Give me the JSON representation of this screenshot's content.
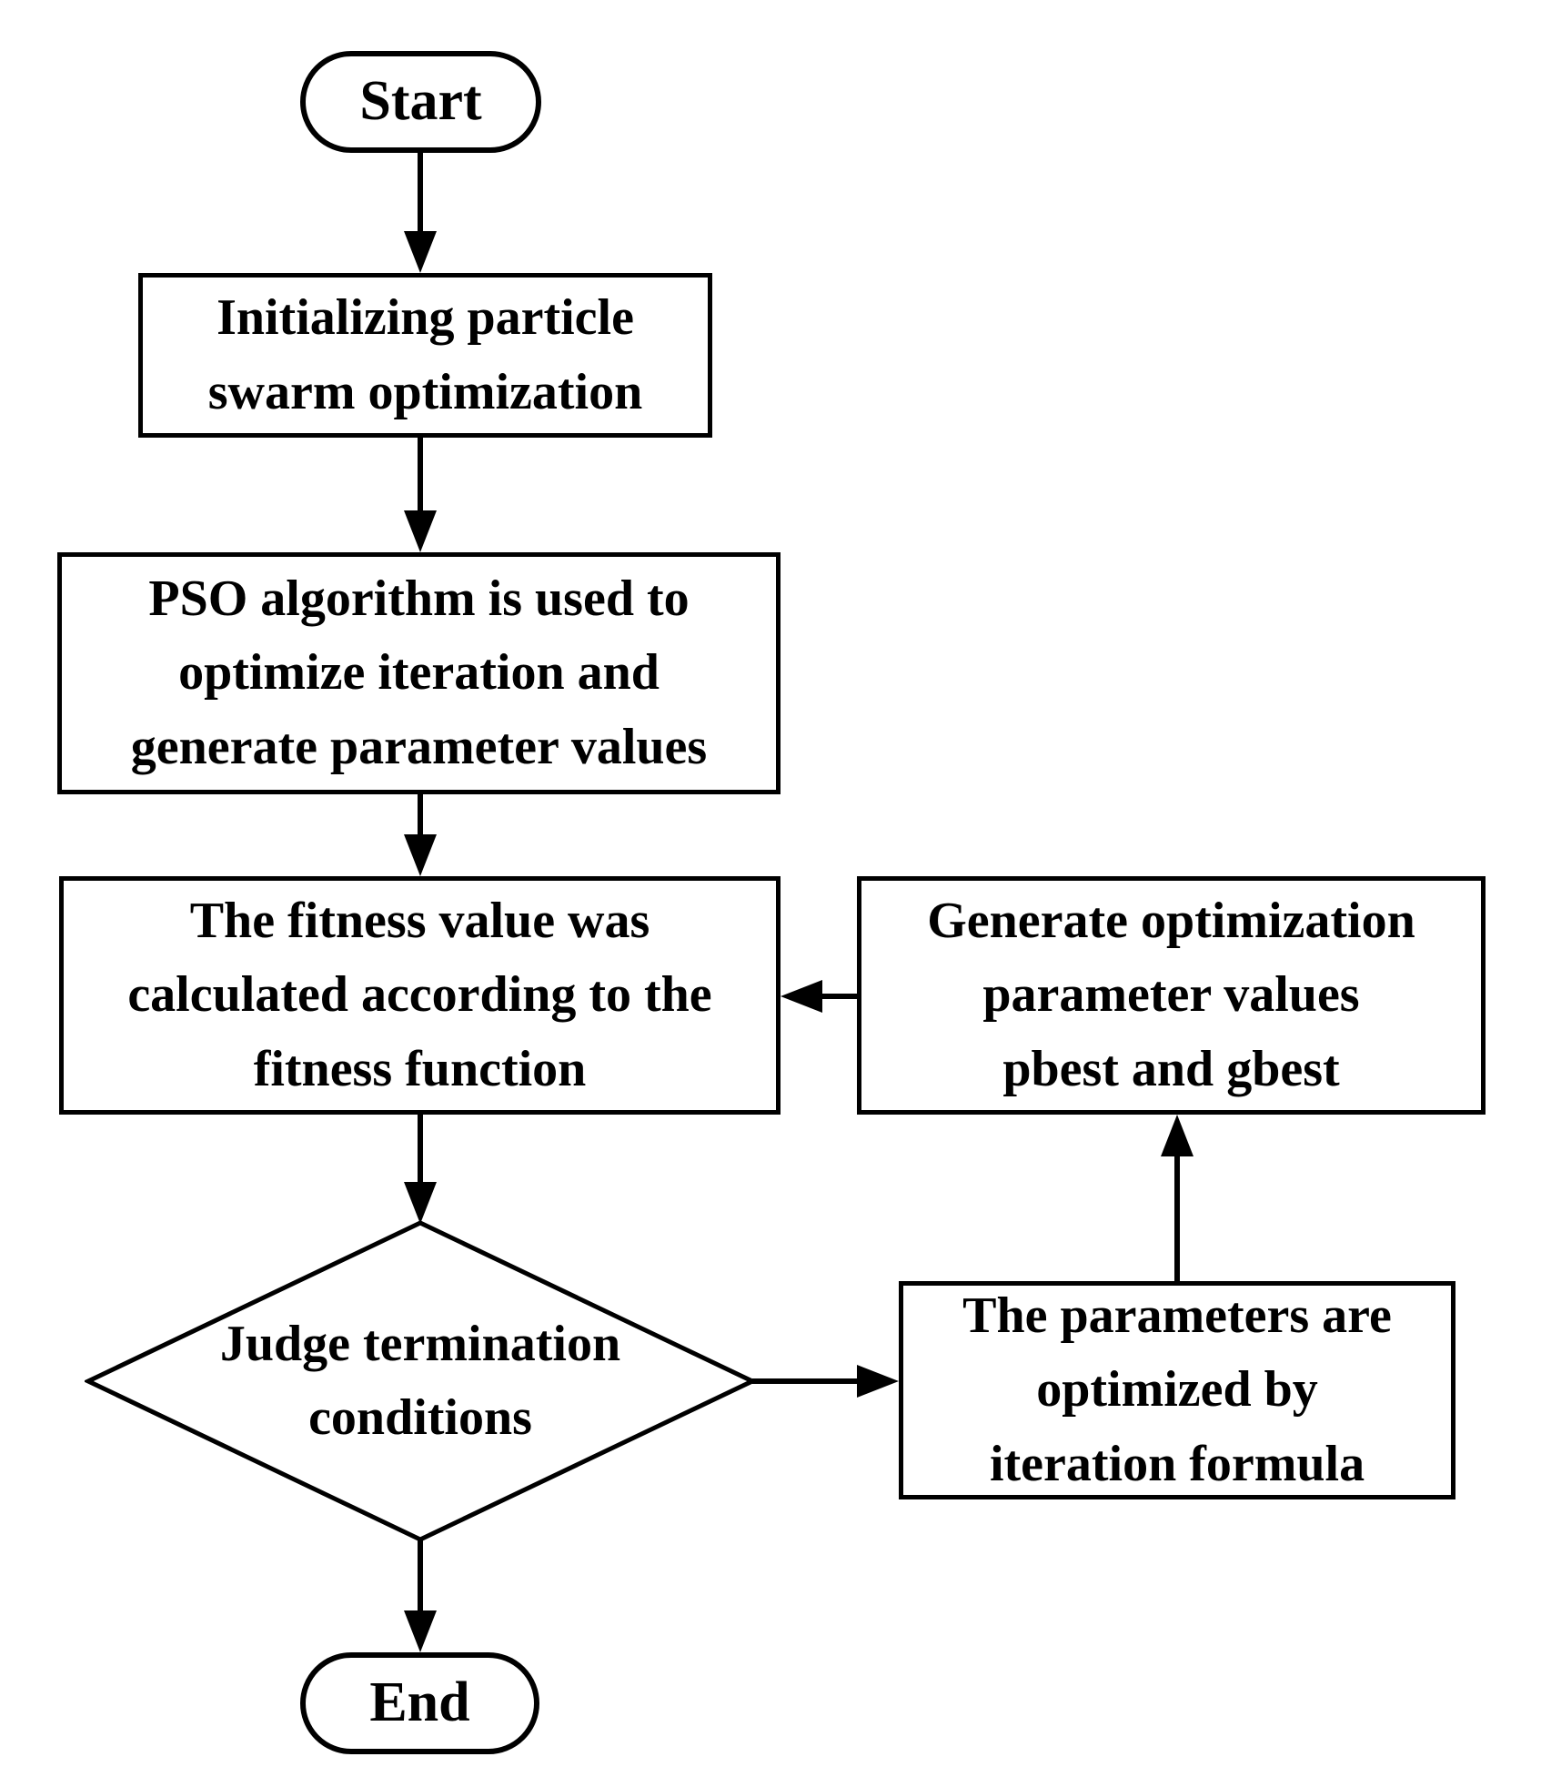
{
  "flowchart": {
    "background_color": "#ffffff",
    "stroke_color": "#000000",
    "fill_color": "#ffffff",
    "nodes": {
      "start": {
        "type": "terminator",
        "label": "Start"
      },
      "init": {
        "type": "process",
        "label": [
          "Initializing particle",
          "swarm optimization"
        ]
      },
      "pso": {
        "type": "process",
        "label": [
          "PSO algorithm is used to",
          "optimize iteration and",
          "generate parameter values"
        ]
      },
      "fitness": {
        "type": "process",
        "label": [
          "The fitness value was",
          "calculated according to the",
          "fitness function"
        ]
      },
      "judge": {
        "type": "decision",
        "label": [
          "Judge termination",
          "conditions"
        ]
      },
      "generate": {
        "type": "process",
        "label": [
          "Generate optimization",
          "parameter values",
          "pbest and gbest"
        ]
      },
      "iterate": {
        "type": "process",
        "label": [
          "The parameters are",
          "optimized by",
          "iteration formula"
        ]
      },
      "end": {
        "type": "terminator",
        "label": "End"
      }
    },
    "edges": [
      {
        "from": "start",
        "to": "init",
        "direction": "down"
      },
      {
        "from": "init",
        "to": "pso",
        "direction": "down"
      },
      {
        "from": "pso",
        "to": "fitness",
        "direction": "down"
      },
      {
        "from": "fitness",
        "to": "judge",
        "direction": "down"
      },
      {
        "from": "judge",
        "to": "end",
        "direction": "down"
      },
      {
        "from": "judge",
        "to": "iterate",
        "direction": "right"
      },
      {
        "from": "iterate",
        "to": "generate",
        "direction": "up"
      },
      {
        "from": "generate",
        "to": "fitness",
        "direction": "left"
      }
    ]
  }
}
